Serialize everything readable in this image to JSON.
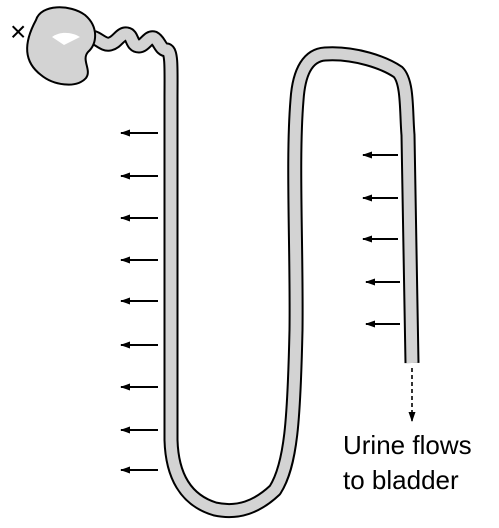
{
  "diagram": {
    "marker_label": "×",
    "outlet_label_line1": "Urine flows",
    "outlet_label_line2": "to bladder"
  },
  "colors": {
    "tubule_fill": "#d3d3d3",
    "outline": "#000000",
    "background": "#ffffff"
  },
  "left_arrow_count": 9,
  "right_arrow_count": 5
}
